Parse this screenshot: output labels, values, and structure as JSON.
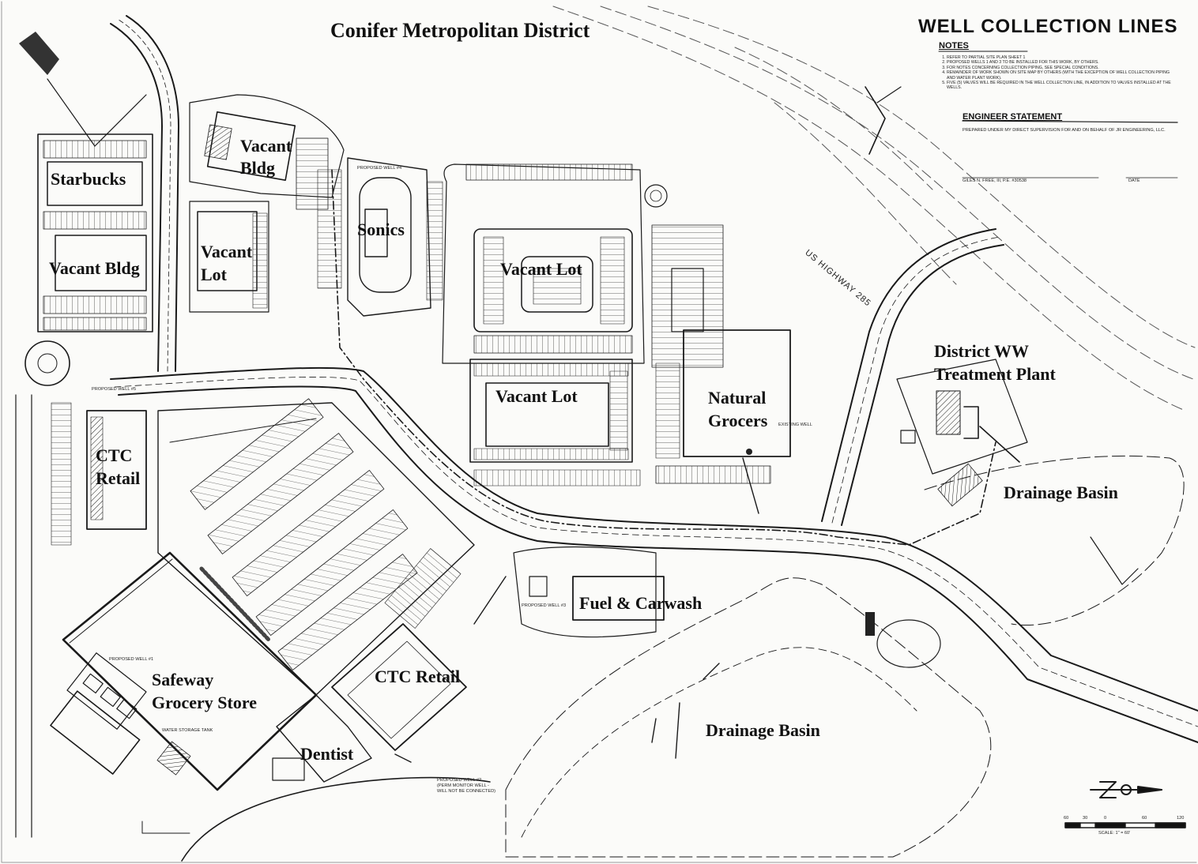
{
  "title": "Conifer Metropolitan District",
  "sheet_title": "WELL COLLECTION LINES",
  "notes_heading": "NOTES",
  "notes": [
    "REFER TO PARTIAL SITE PLAN SHEET 1",
    "PROPOSED WELLS 1 AND 3 TO BE INSTALLED FOR THIS WORK, BY OTHERS.",
    "FOR NOTES CONCERNING COLLECTION PIPING, SEE SPECIAL CONDITIONS.",
    "REMAINDER OF WORK SHOWN ON SITE MAP BY OTHERS (WITH THE EXCEPTION OF WELL COLLECTION PIPING AND WATER PLANT WORK).",
    "FIVE (5) VALVES WILL BE REQUIRED IN THE WELL COLLECTION LINE, IN ADDITION TO VALVES INSTALLED AT THE WELLS."
  ],
  "engineer": {
    "heading": "ENGINEER STATEMENT",
    "statement": "PREPARED UNDER MY DIRECT SUPERVISION FOR AND ON BEHALF OF JR ENGINEERING, LLC.",
    "signature": "GILES N. FREE, III, P.E. #30538",
    "date_label": "DATE"
  },
  "highway": "US HIGHWAY 285",
  "labels": {
    "starbucks": "Starbucks",
    "vacant_bldg_north_1": "Vacant",
    "vacant_bldg_north_2": "Bldg",
    "vacant_bldg_west": "Vacant Bldg",
    "vacant_lot_west_1": "Vacant",
    "vacant_lot_west_2": "Lot",
    "sonics": "Sonics",
    "vacant_lot_north": "Vacant Lot",
    "vacant_lot_center": "Vacant Lot",
    "natural_grocers_1": "Natural",
    "natural_grocers_2": "Grocers",
    "district_ww_1": "District WW",
    "district_ww_2": "Treatment Plant",
    "drainage_basin_east": "Drainage Basin",
    "ctc_retail_west_1": "CTC",
    "ctc_retail_west_2": "Retail",
    "fuel_carwash": "Fuel & Carwash",
    "safeway_1": "Safeway",
    "safeway_2": "Grocery Store",
    "ctc_retail_south": "CTC Retail",
    "dentist": "Dentist",
    "drainage_basin_south": "Drainage Basin"
  },
  "annotations": {
    "proposed_well_4": "PROPOSED WELL #4",
    "proposed_well_5": "PROPOSED WELL #5",
    "proposed_well_1": "PROPOSED WELL #1",
    "proposed_well_3": "PROPOSED WELL #3",
    "existing_well": "EXISTING WELL",
    "water_storage_tank": "WATER STORAGE TANK",
    "proposed_well_2_l1": "PROPOSED WELL #2",
    "proposed_well_2_l2": "(PERM MONITOR WELL -",
    "proposed_well_2_l3": "WILL NOT BE CONNECTED)"
  },
  "scale": {
    "ticks": [
      "60",
      "30",
      "0",
      "60",
      "120"
    ],
    "caption": "SCALE: 1\" = 60'"
  },
  "colors": {
    "ink": "#1a1a1a",
    "paper": "#fbfbf9"
  }
}
